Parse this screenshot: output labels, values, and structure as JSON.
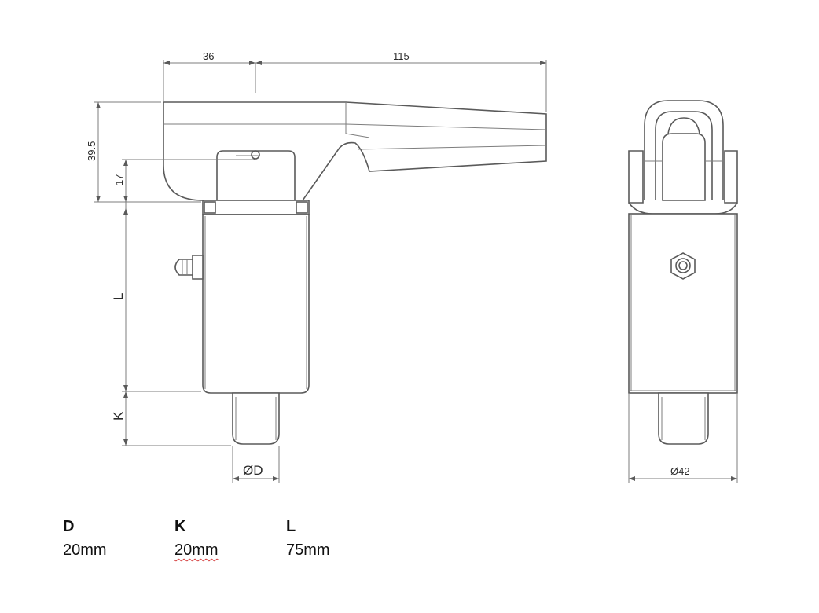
{
  "drawing": {
    "dim_top_left": "36",
    "dim_top_right": "115",
    "dim_height_total": "39.5",
    "dim_height_inner": "17",
    "dim_L": "L",
    "dim_K": "K",
    "dim_D": "ØD",
    "dim_diameter": "Ø42"
  },
  "table": {
    "columns": [
      {
        "header": "D",
        "value": "20mm"
      },
      {
        "header": "K",
        "value": "20mm"
      },
      {
        "header": "L",
        "value": "75mm"
      }
    ]
  }
}
